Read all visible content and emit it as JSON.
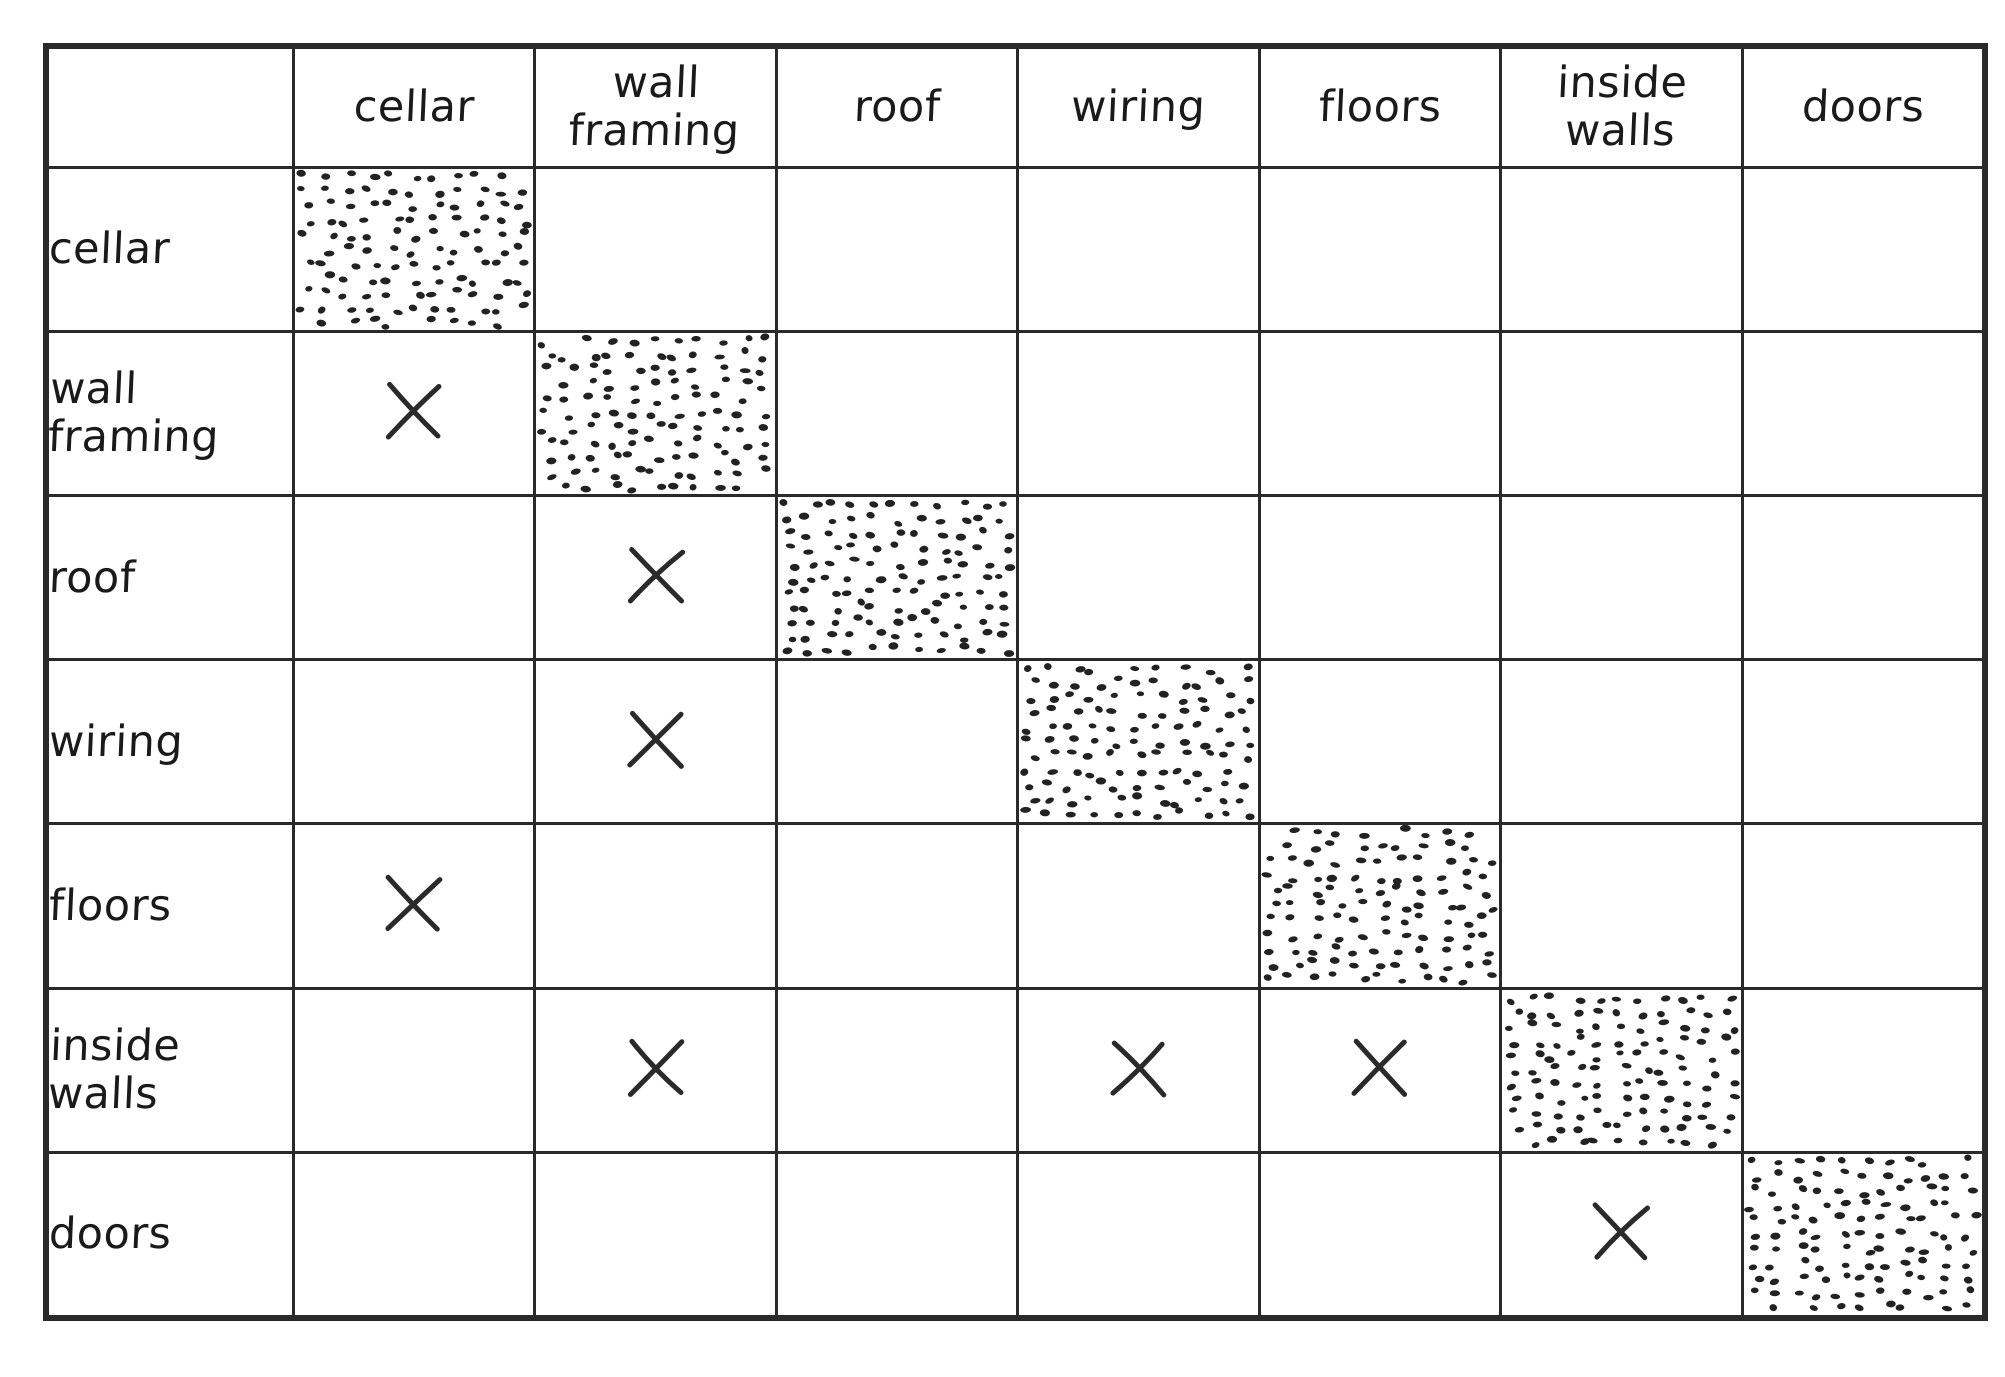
{
  "diagram": {
    "type": "dependency-structure-matrix",
    "style": "hand-drawn",
    "title": "",
    "corner_label": "",
    "elements": [
      "cellar",
      "wall framing",
      "roof",
      "wiring",
      "floors",
      "inside walls",
      "doors"
    ],
    "column_headers": [
      {
        "label": "cellar"
      },
      {
        "label": "wall framing"
      },
      {
        "label": "roof"
      },
      {
        "label": "wiring"
      },
      {
        "label": "floors"
      },
      {
        "label": "inside walls"
      },
      {
        "label": "doors"
      }
    ],
    "row_headers": [
      {
        "label": "cellar"
      },
      {
        "label": "wall framing"
      },
      {
        "label": "roof"
      },
      {
        "label": "wiring"
      },
      {
        "label": "floors"
      },
      {
        "label": "inside walls"
      },
      {
        "label": "doors"
      }
    ],
    "marks": {
      "x_symbol": "X",
      "diagonal_fill": "stipple"
    },
    "matrix": [
      [
        "diagonal",
        "",
        "",
        "",
        "",
        "",
        ""
      ],
      [
        "X",
        "diagonal",
        "",
        "",
        "",
        "",
        ""
      ],
      [
        "",
        "X",
        "diagonal",
        "",
        "",
        "",
        ""
      ],
      [
        "",
        "X",
        "",
        "diagonal",
        "",
        "",
        ""
      ],
      [
        "X",
        "",
        "",
        "",
        "diagonal",
        "",
        ""
      ],
      [
        "",
        "X",
        "",
        "X",
        "X",
        "diagonal",
        ""
      ],
      [
        "",
        "",
        "",
        "",
        "",
        "X",
        "diagonal"
      ]
    ],
    "dependency_pairs": [
      {
        "row": "wall framing",
        "column": "cellar"
      },
      {
        "row": "roof",
        "column": "wall framing"
      },
      {
        "row": "wiring",
        "column": "wall framing"
      },
      {
        "row": "floors",
        "column": "cellar"
      },
      {
        "row": "inside walls",
        "column": "wall framing"
      },
      {
        "row": "inside walls",
        "column": "wiring"
      },
      {
        "row": "inside walls",
        "column": "floors"
      },
      {
        "row": "doors",
        "column": "inside walls"
      }
    ],
    "colors": {
      "ink": "#2a2a2a",
      "paper": "#ffffff",
      "stipple_dot": "#222222"
    }
  }
}
